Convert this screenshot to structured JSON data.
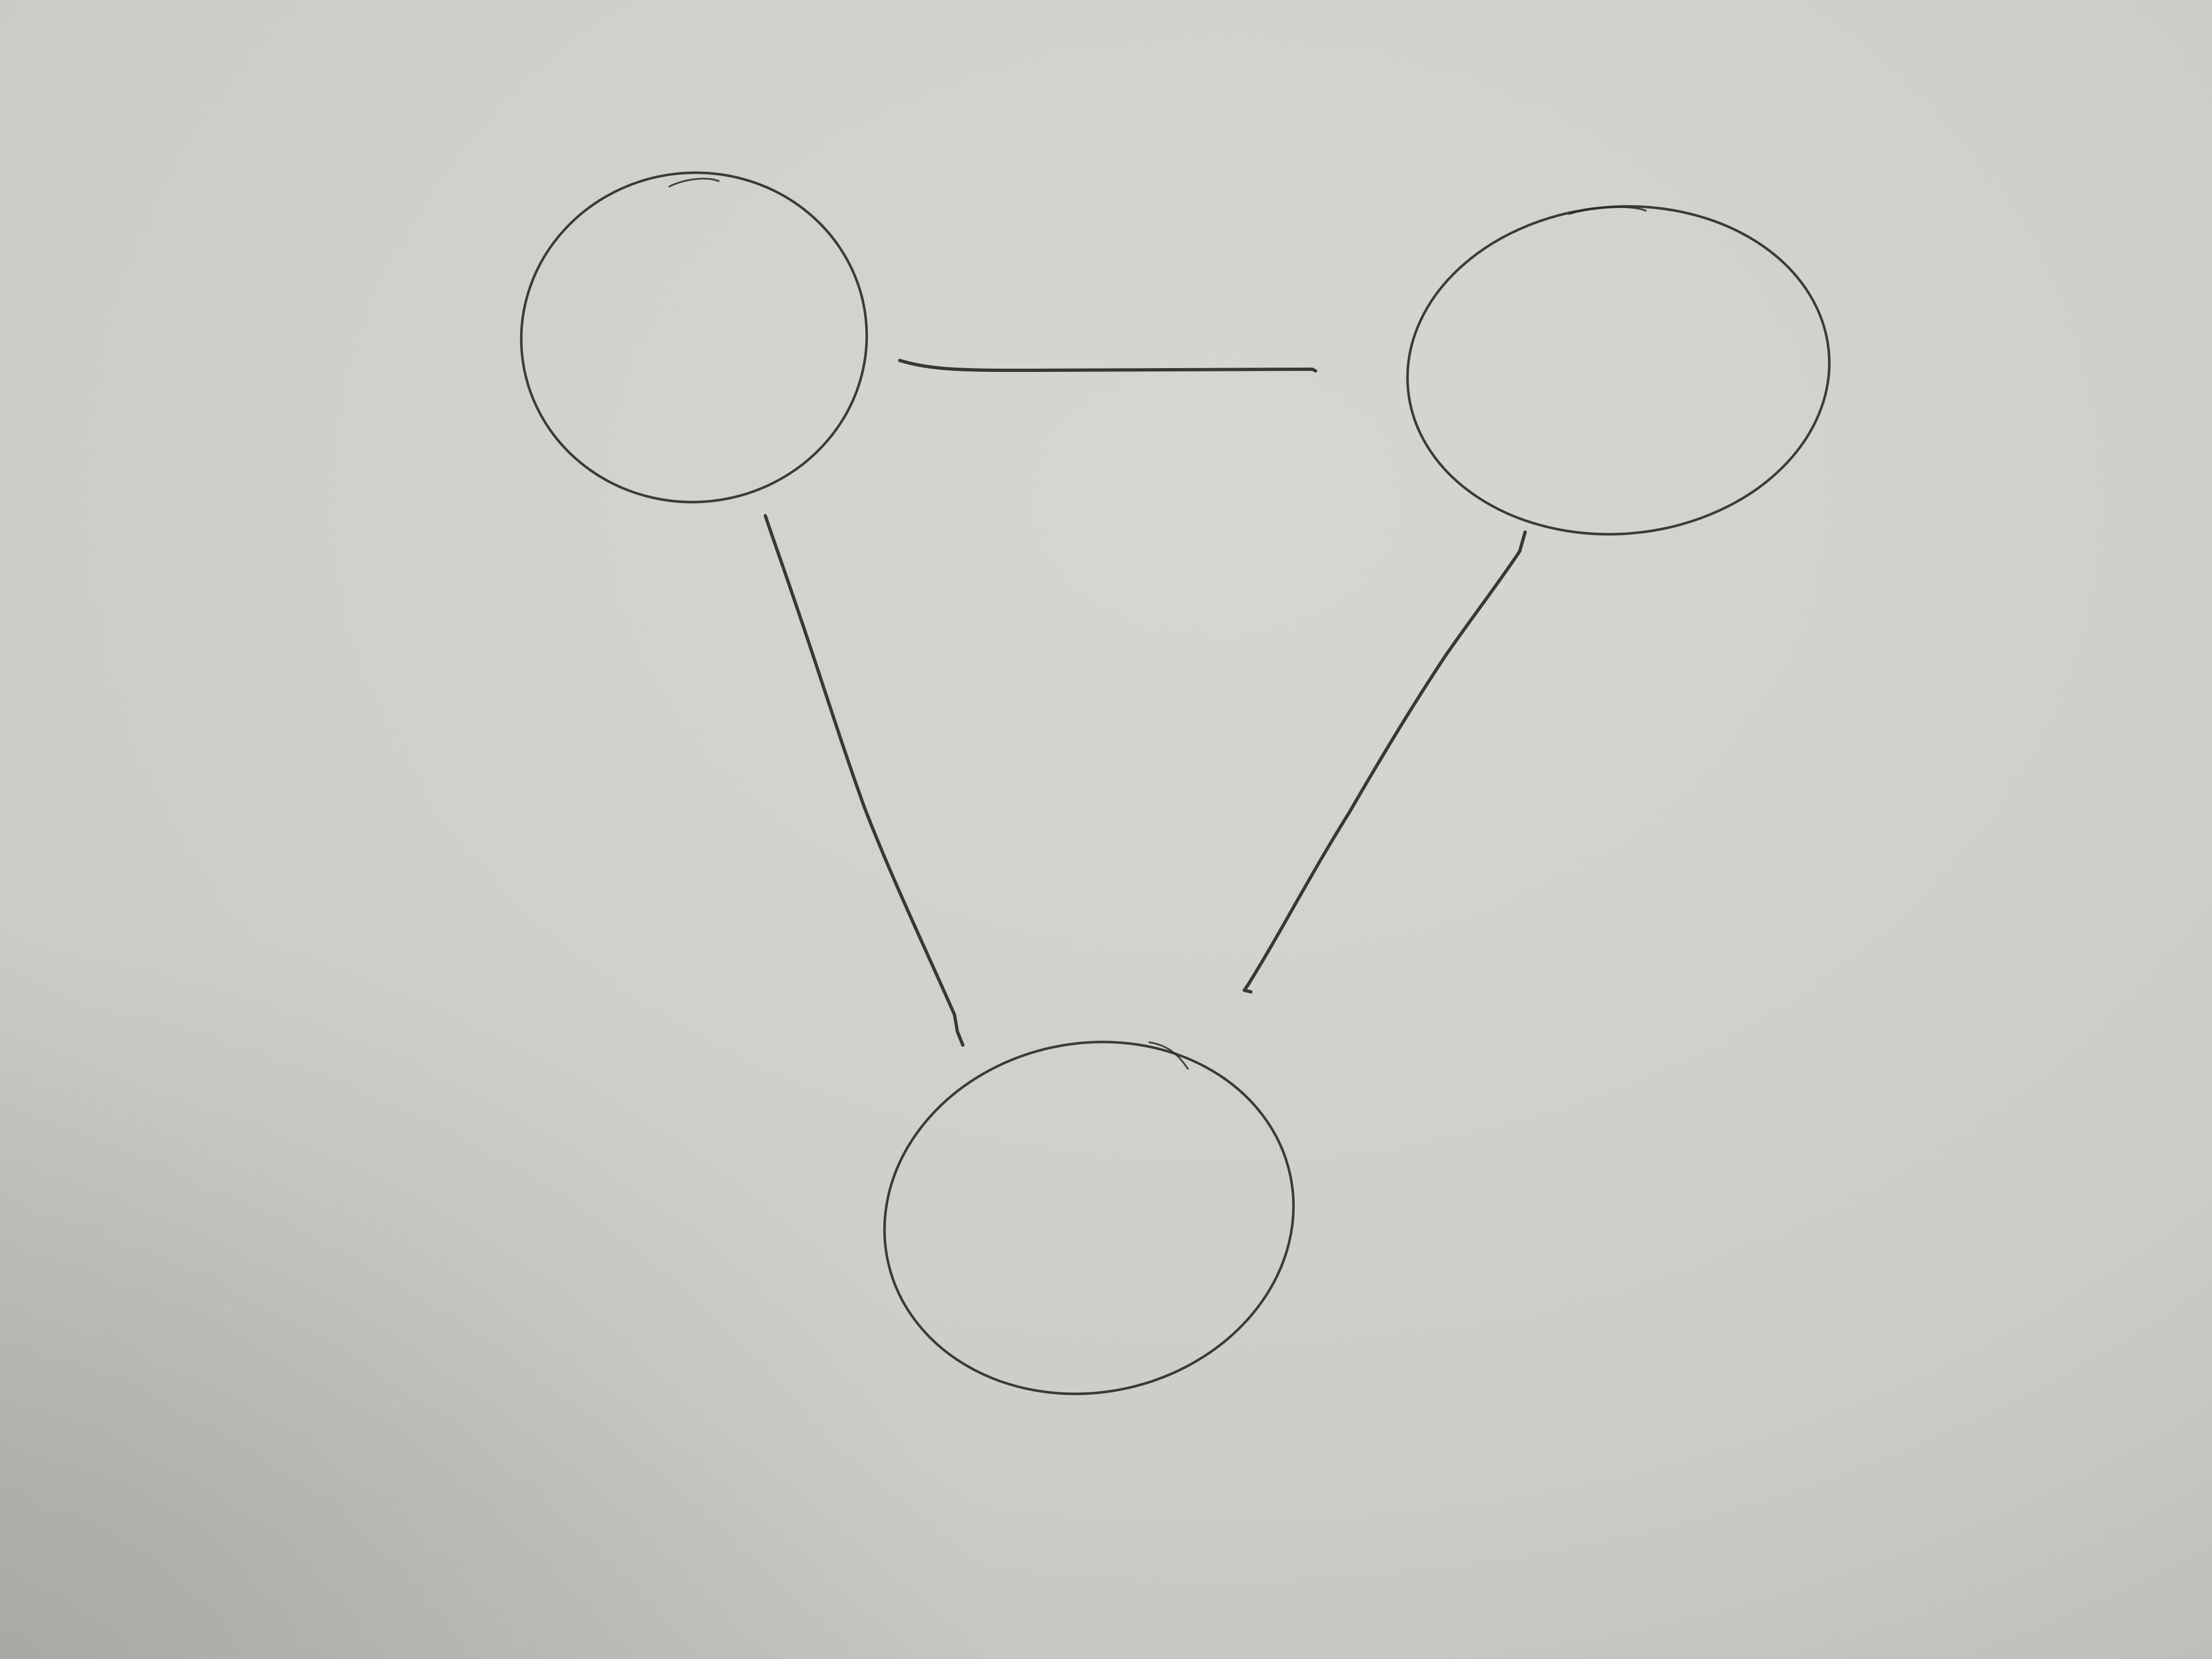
{
  "diagram": {
    "kind": "undirected graph, hand-drawn on white paper",
    "nodes": [
      {
        "id": "top-left"
      },
      {
        "id": "top-right"
      },
      {
        "id": "bottom"
      }
    ],
    "edges": [
      {
        "from": "top-left",
        "to": "top-right"
      },
      {
        "from": "top-left",
        "to": "bottom"
      },
      {
        "from": "top-right",
        "to": "bottom"
      }
    ]
  },
  "colors": {
    "paper": "#cfcdc9",
    "ink": "#2a2a27"
  }
}
